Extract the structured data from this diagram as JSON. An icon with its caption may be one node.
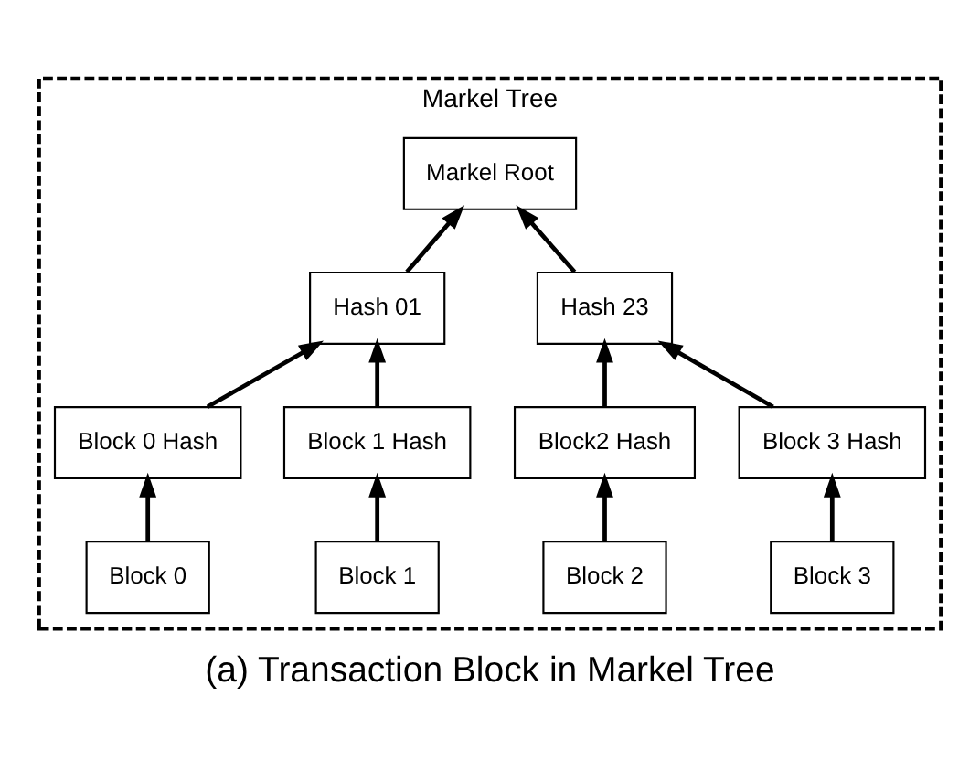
{
  "diagram": {
    "caption": "(a) Transaction Block in Markel Tree",
    "nodes": [
      {
        "text": [
          "Markel Tree"
        ]
      },
      {
        "text": [
          "Markel Root"
        ],
        "in": 0
      },
      {
        "text": [
          "Hash 01"
        ],
        "in": 0
      },
      {
        "text": [
          "Hash 23"
        ],
        "in": 0
      },
      {
        "text": [
          "Block 0 Hash"
        ],
        "in": 0
      },
      {
        "text": [
          "Block 1 Hash"
        ],
        "in": 0
      },
      {
        "text": [
          "Block2 Hash"
        ],
        "in": 0
      },
      {
        "text": [
          "Block 3 Hash"
        ],
        "in": 0
      },
      {
        "text": [
          "Block 0"
        ],
        "in": 0
      },
      {
        "text": [
          "Block 1"
        ],
        "in": 0
      },
      {
        "text": [
          "Block 2"
        ],
        "in": 0
      },
      {
        "text": [
          "Block 3"
        ],
        "in": 0
      }
    ],
    "edges": [
      {
        "from": 2,
        "to": 1,
        "arrow": "to"
      },
      {
        "from": 3,
        "to": 1,
        "arrow": "to"
      },
      {
        "from": 4,
        "to": 2,
        "arrow": "to"
      },
      {
        "from": 5,
        "to": 2,
        "arrow": "to"
      },
      {
        "from": 6,
        "to": 3,
        "arrow": "to"
      },
      {
        "from": 7,
        "to": 3,
        "arrow": "to"
      },
      {
        "from": 8,
        "to": 4,
        "arrow": "to"
      },
      {
        "from": 9,
        "to": 5,
        "arrow": "to"
      },
      {
        "from": 10,
        "to": 6,
        "arrow": "to"
      },
      {
        "from": 11,
        "to": 7,
        "arrow": "to"
      }
    ]
  }
}
